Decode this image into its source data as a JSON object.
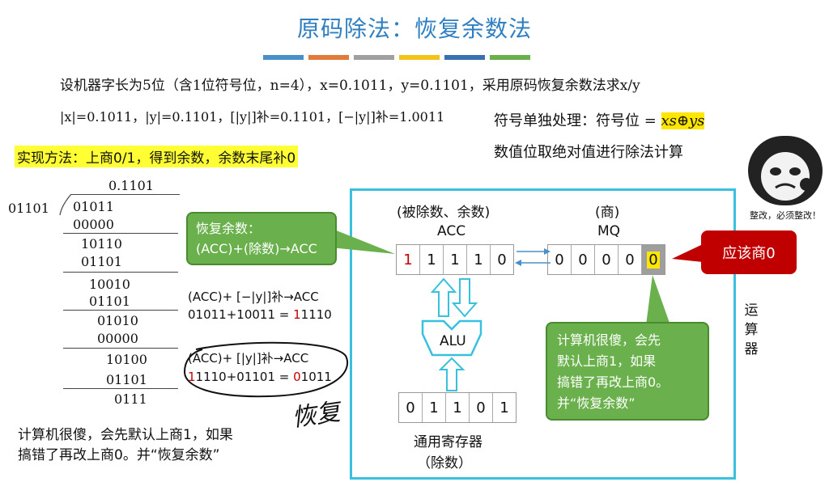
{
  "title": "原码除法：恢复余数法",
  "title_bar_colors": [
    "#4a90c8",
    "#e07b39",
    "#a0a0a0",
    "#f2c318",
    "#3a6fb0",
    "#6ab04c"
  ],
  "problem": {
    "line1": "设机器字长为5位（含1位符号位，n=4），x=0.1011，y=0.1101，采用原码恢复余数法求x/y",
    "line2": "|x|=0.1011，|y|=0.1101，[|y|]补=0.1101，[−|y|]补=1.0011"
  },
  "sign_note": {
    "prefix": "符号单独处理：符号位 = ",
    "formula": "xs⊕ys",
    "line2": "数值位取绝对值进行除法计算"
  },
  "method": "实现方法：上商0/1，得到余数，余数末尾补0",
  "long_division": {
    "quotient": "0.1101",
    "divisor": "01101",
    "rows": [
      "01011",
      "00000",
      "10110",
      "01101",
      "10010",
      "01101",
      "01010",
      "00000",
      "10100",
      "01101",
      "0111"
    ]
  },
  "annotations": {
    "sub_title": "(ACC)+ [−|y|]补→ACC",
    "sub_eq_prefix": "01011+10011 = ",
    "sub_eq_red": "1",
    "sub_eq_rest": "1110",
    "add_title": "(ACC)+ [|y|]补→ACC",
    "add_eq_red1": "1",
    "add_eq_mid": "1110+01101 = ",
    "add_eq_red2": "0",
    "add_eq_rest": "1011",
    "handwriting": "恢复"
  },
  "bottom_note_l1": "计算机很傻，会先默认上商1，如果",
  "bottom_note_l2": "搞错了再改上商0。并“恢复余数”",
  "diagram": {
    "acc_label_top": "(被除数、余数)",
    "acc_label": "ACC",
    "mq_label_top": "(商)",
    "mq_label": "MQ",
    "acc_bits": [
      "1",
      "1",
      "1",
      "1",
      "0"
    ],
    "mq_bits": [
      "0",
      "0",
      "0",
      "0",
      "0"
    ],
    "alu": "ALU",
    "gpr_bits": [
      "0",
      "1",
      "1",
      "0",
      "1"
    ],
    "gpr_label": "通用寄存器",
    "gpr_sub": "（除数）",
    "restore_callout_l1": "恢复余数：",
    "restore_callout_l2": "(ACC)+(除数)→ACC",
    "red_callout": "应该商0",
    "green_callout": [
      "计算机很傻，会先",
      "默认上商1，如果",
      "搞错了再改上商0。",
      "并“恢复余数”"
    ],
    "side_vertical": [
      "运",
      "算",
      "器"
    ]
  },
  "meme_caption": "整改，必须整改！"
}
